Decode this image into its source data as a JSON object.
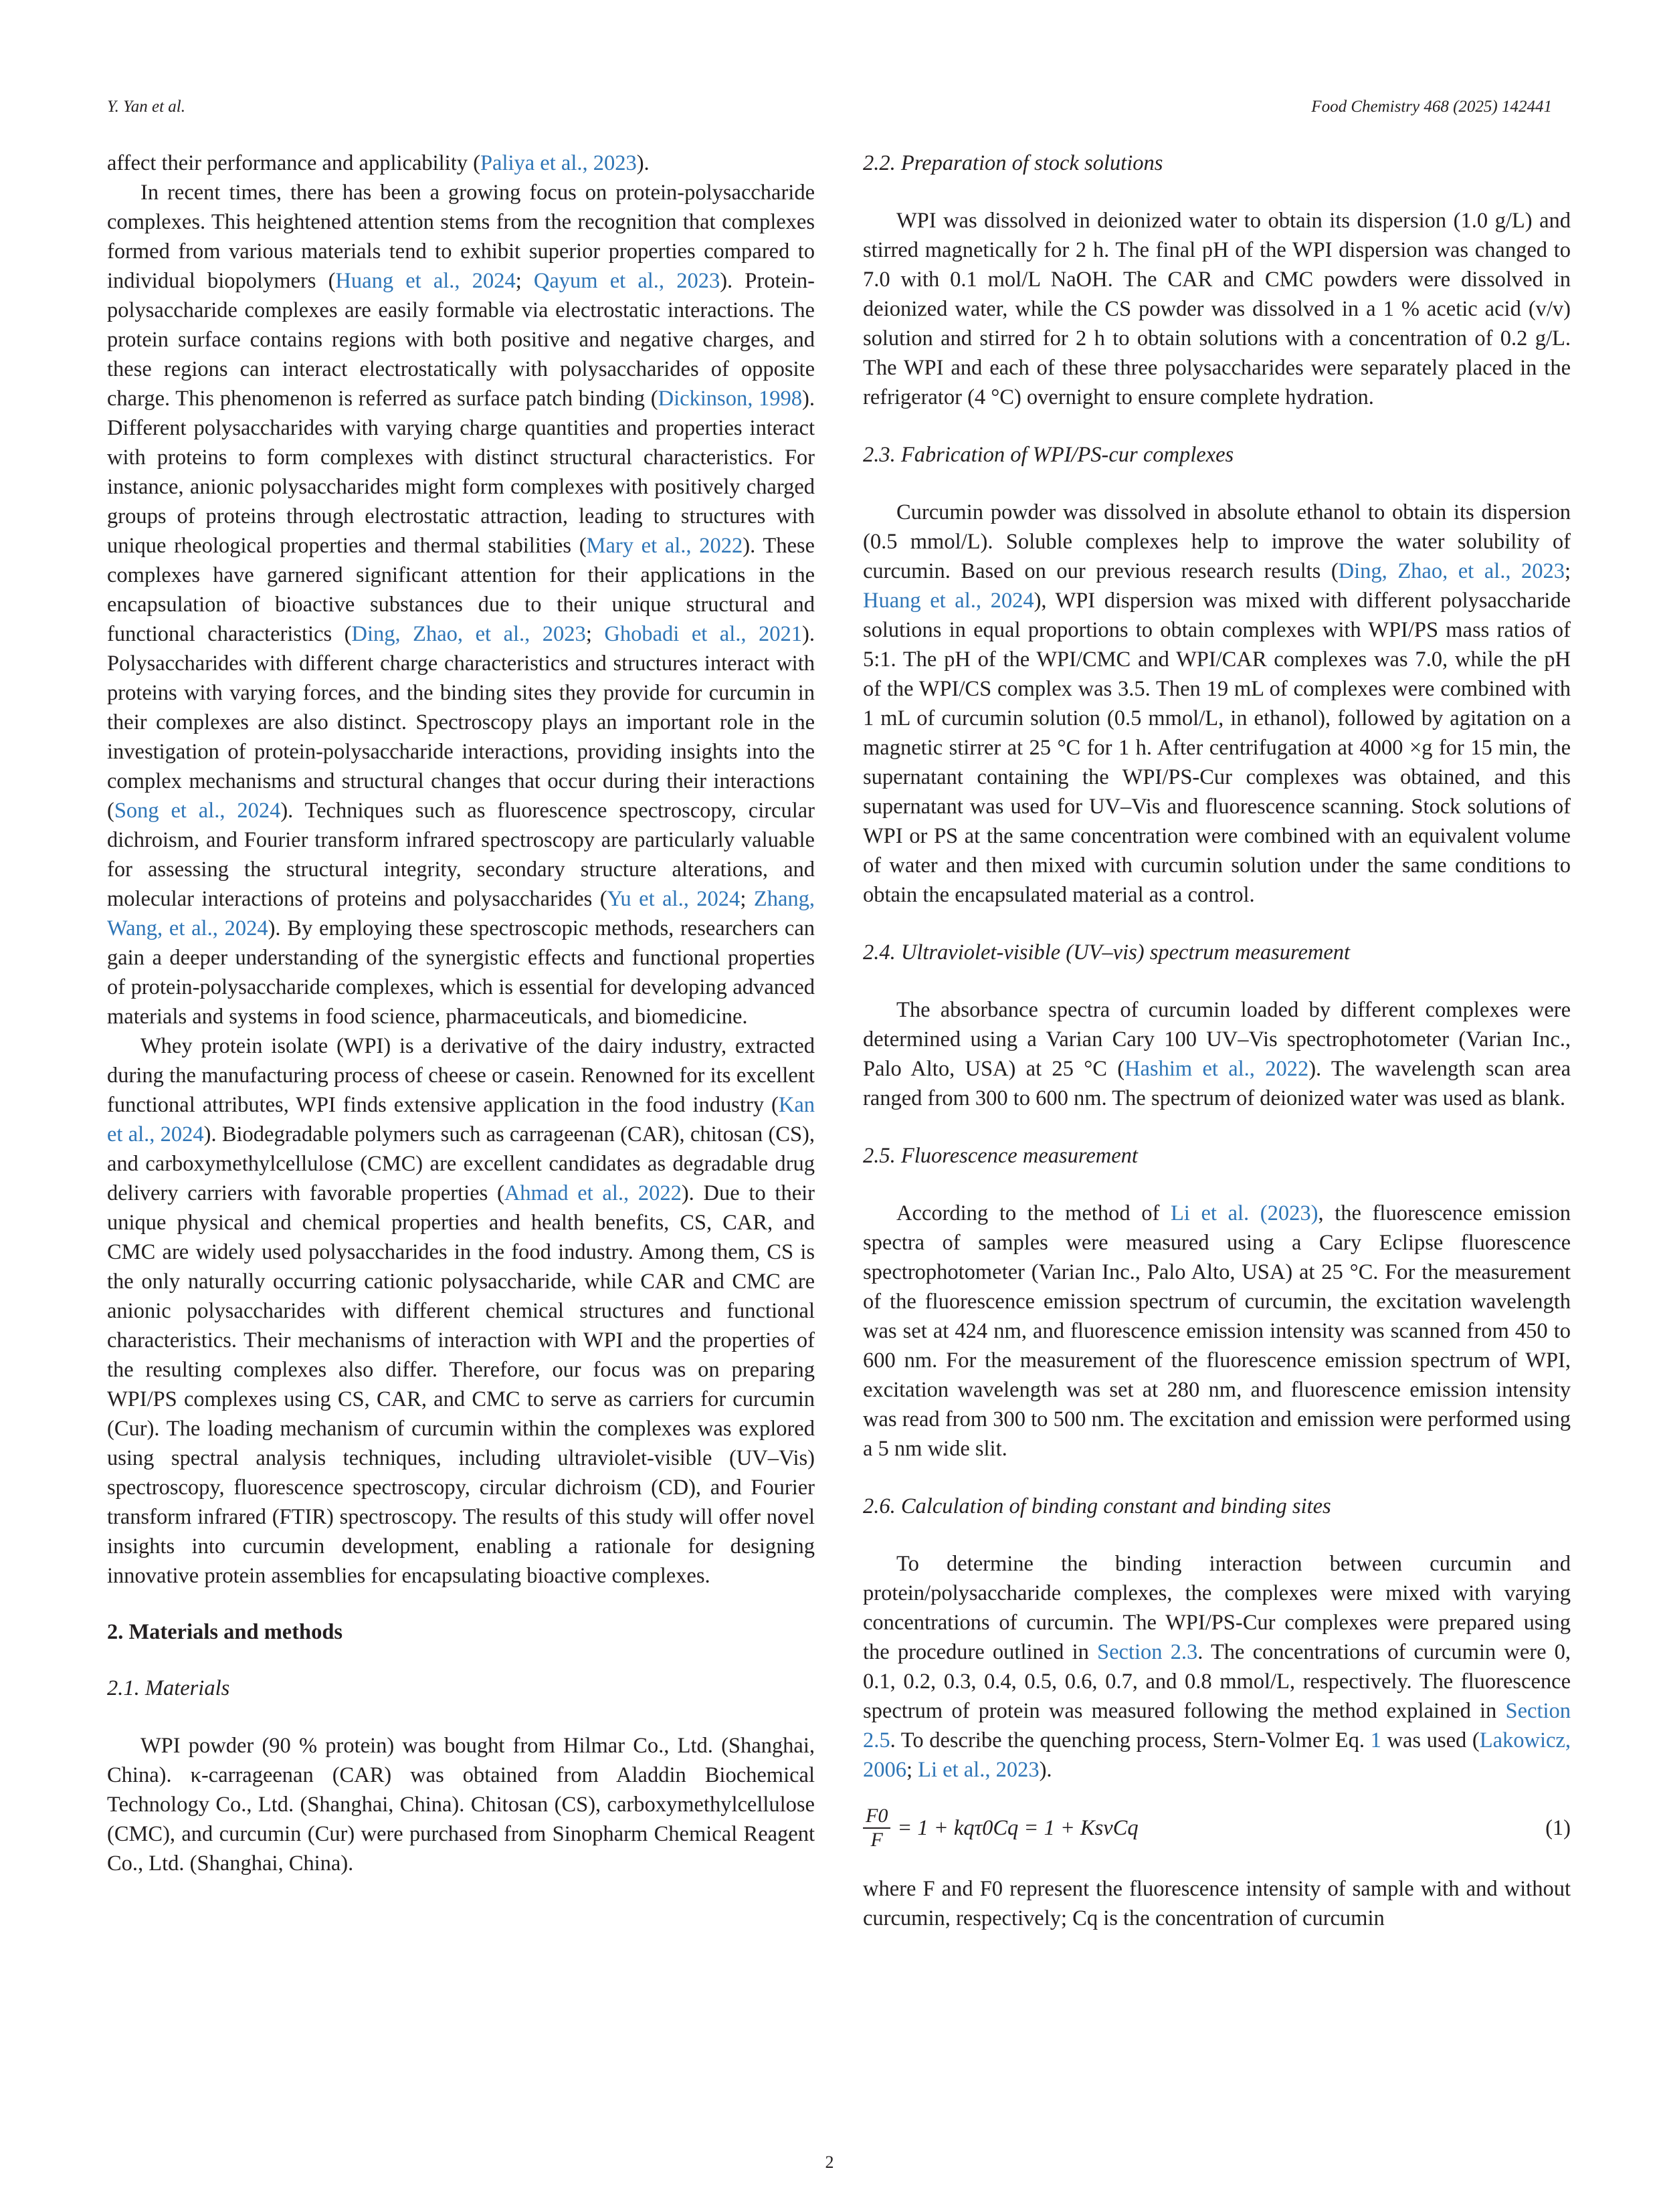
{
  "header": {
    "authors": "Y. Yan et al.",
    "journal": "Food Chemistry 468 (2025) 142441"
  },
  "left": {
    "p1": {
      "t1": "affect their performance and applicability (",
      "l1": "Paliya et al., 2023",
      "t2": ")."
    },
    "p2": {
      "t1": "In recent times, there has been a growing focus on protein-polysaccharide complexes. This heightened attention stems from the recognition that complexes formed from various materials tend to exhibit superior properties compared to individual biopolymers (",
      "l1": "Huang et al., 2024",
      "t2": "; ",
      "l2": "Qayum et al., 2023",
      "t3": "). Protein-polysaccharide complexes are easily formable via electrostatic interactions. The protein surface contains regions with both positive and negative charges, and these regions can interact electrostatically with polysaccharides of opposite charge. This phenomenon is referred as surface patch binding (",
      "l3": "Dickinson, 1998",
      "t4": "). Different polysaccharides with varying charge quantities and properties interact with proteins to form complexes with distinct structural characteristics. For instance, anionic polysaccharides might form complexes with positively charged groups of proteins through electrostatic attraction, leading to structures with unique rheological properties and thermal stabilities (",
      "l4": "Mary et al., 2022",
      "t5": "). These complexes have garnered significant attention for their applications in the encapsulation of bioactive substances due to their unique structural and functional characteristics (",
      "l5": "Ding, Zhao, et al., 2023",
      "t6": "; ",
      "l6": "Ghobadi et al., 2021",
      "t7": "). Polysaccharides with different charge characteristics and structures interact with proteins with varying forces, and the binding sites they provide for curcumin in their complexes are also distinct. Spectroscopy plays an important role in the investigation of protein-polysaccharide interactions, providing insights into the complex mechanisms and structural changes that occur during their interactions (",
      "l7": "Song et al., 2024",
      "t8": "). Techniques such as fluorescence spectroscopy, circular dichroism, and Fourier transform infrared spectroscopy are particularly valuable for assessing the structural integrity, secondary structure alterations, and molecular interactions of proteins and polysaccharides (",
      "l8": "Yu et al., 2024",
      "t9": "; ",
      "l9": "Zhang, Wang, et al., 2024",
      "t10": "). By employing these spectroscopic methods, researchers can gain a deeper understanding of the synergistic effects and functional properties of protein-polysaccharide complexes, which is essential for developing advanced materials and systems in food science, pharmaceuticals, and biomedicine."
    },
    "p3": {
      "t1": "Whey protein isolate (WPI) is a derivative of the dairy industry, extracted during the manufacturing process of cheese or casein. Renowned for its excellent functional attributes, WPI finds extensive application in the food industry (",
      "l1": "Kan et al., 2024",
      "t2": "). Biodegradable polymers such as carrageenan (CAR), chitosan (CS), and carboxymethylcellulose (CMC) are excellent candidates as degradable drug delivery carriers with favorable properties (",
      "l2": "Ahmad et al., 2022",
      "t3": "). Due to their unique physical and chemical properties and health benefits, CS, CAR, and CMC are widely used polysaccharides in the food industry. Among them, CS is the only naturally occurring cationic polysaccharide, while CAR and CMC are anionic polysaccharides with different chemical structures and functional characteristics. Their mechanisms of interaction with WPI and the properties of the resulting complexes also differ. Therefore, our focus was on preparing WPI/PS complexes using CS, CAR, and CMC to serve as carriers for curcumin (Cur). The loading mechanism of curcumin within the complexes was explored using spectral analysis techniques, including ultraviolet-visible (UV–Vis) spectroscopy, fluorescence spectroscopy, circular dichroism (CD), and Fourier transform infrared (FTIR) spectroscopy. The results of this study will offer novel insights into curcumin development, enabling a rationale for designing innovative protein assemblies for encapsulating bioactive complexes."
    },
    "section2": "2.  Materials and methods",
    "section21": "2.1.  Materials",
    "p4": "WPI powder (90 % protein) was bought from Hilmar Co., Ltd. (Shanghai, China). κ-carrageenan (CAR) was obtained from Aladdin Biochemical Technology Co., Ltd. (Shanghai, China). Chitosan (CS), carboxymethylcellulose (CMC), and curcumin (Cur) were purchased from Sinopharm Chemical Reagent Co., Ltd. (Shanghai, China)."
  },
  "right": {
    "section22": "2.2.  Preparation of stock solutions",
    "p22": "WPI was dissolved in deionized water to obtain its dispersion (1.0 g/L) and stirred magnetically for 2 h. The final pH of the WPI dispersion was changed to 7.0 with 0.1 mol/L NaOH. The CAR and CMC powders were dissolved in deionized water, while the CS powder was dissolved in a 1 % acetic acid (v/v) solution and stirred for 2 h to obtain solutions with a concentration of 0.2 g/L. The WPI and each of these three polysaccharides were separately placed in the refrigerator (4 °C) overnight to ensure complete hydration.",
    "section23": "2.3.  Fabrication of WPI/PS-cur complexes",
    "p23": {
      "t1": "Curcumin powder was dissolved in absolute ethanol to obtain its dispersion (0.5 mmol/L). Soluble complexes help to improve the water solubility of curcumin. Based on our previous research results (",
      "l1": "Ding, Zhao, et al., 2023",
      "t2": "; ",
      "l2": "Huang et al., 2024",
      "t3": "), WPI dispersion was mixed with different polysaccharide solutions in equal proportions to obtain complexes with WPI/PS mass ratios of 5:1. The pH of the WPI/CMC and WPI/CAR complexes was 7.0, while the pH of the WPI/CS complex was 3.5. Then 19 mL of complexes were combined with 1 mL of curcumin solution (0.5 mmol/L, in ethanol), followed by agitation on a magnetic stirrer at 25 °C for 1 h. After centrifugation at 4000 ×g for 15 min, the supernatant containing the WPI/PS-Cur complexes was obtained, and this supernatant was used for UV–Vis and fluorescence scanning. Stock solutions of WPI or PS at the same concentration were combined with an equivalent volume of water and then mixed with curcumin solution under the same conditions to obtain the encapsulated material as a control."
    },
    "section24": "2.4.  Ultraviolet-visible (UV–vis) spectrum measurement",
    "p24": {
      "t1": "The absorbance spectra of curcumin loaded by different complexes were determined using a Varian Cary 100 UV–Vis spectrophotometer (Varian Inc., Palo Alto, USA) at 25 °C (",
      "l1": "Hashim et al., 2022",
      "t2": "). The wavelength scan area ranged from 300 to 600 nm. The spectrum of deionized water was used as blank."
    },
    "section25": "2.5.  Fluorescence measurement",
    "p25": {
      "t1": "According to the method of ",
      "l1": "Li et al. (2023)",
      "t2": ", the fluorescence emission spectra of samples were measured using a Cary Eclipse fluorescence spectrophotometer (Varian Inc., Palo Alto, USA) at 25 °C. For the measurement of the fluorescence emission spectrum of curcumin, the excitation wavelength was set at 424 nm, and fluorescence emission intensity was scanned from 450 to 600 nm. For the measurement of the fluorescence emission spectrum of WPI, excitation wavelength was set at 280 nm, and fluorescence emission intensity was read from 300 to 500 nm. The excitation and emission were performed using a 5 nm wide slit."
    },
    "section26": "2.6.  Calculation of binding constant and binding sites",
    "p26": {
      "t1": "To determine the binding interaction between curcumin and protein/polysaccharide complexes, the complexes were mixed with varying concentrations of curcumin. The WPI/PS-Cur complexes were prepared using the procedure outlined in ",
      "l1": "Section 2.3",
      "t2": ". The concentrations of curcumin were 0, 0.1, 0.2, 0.3, 0.4, 0.5, 0.6, 0.7, and 0.8 mmol/L, respectively. The fluorescence spectrum of protein was measured following the method explained in ",
      "l2": "Section 2.5",
      "t3": ". To describe the quenching process, Stern-Volmer Eq. ",
      "l3": "1",
      "t4": " was used (",
      "l4": "Lakowicz, 2006",
      "t5": "; ",
      "l5": "Li et al., 2023",
      "t6": ")."
    },
    "equation": {
      "numerator": "F0",
      "denominator": "F",
      "rhs": "= 1 + kqτ0Cq = 1 + KsvCq",
      "number": "(1)"
    },
    "p27": "where F and F0 represent the fluorescence intensity of sample with and without curcumin, respectively; Cq is the concentration of curcumin"
  },
  "footer": {
    "page_number": "2"
  },
  "colors": {
    "text": "#231f20",
    "link": "#2e75b6"
  }
}
